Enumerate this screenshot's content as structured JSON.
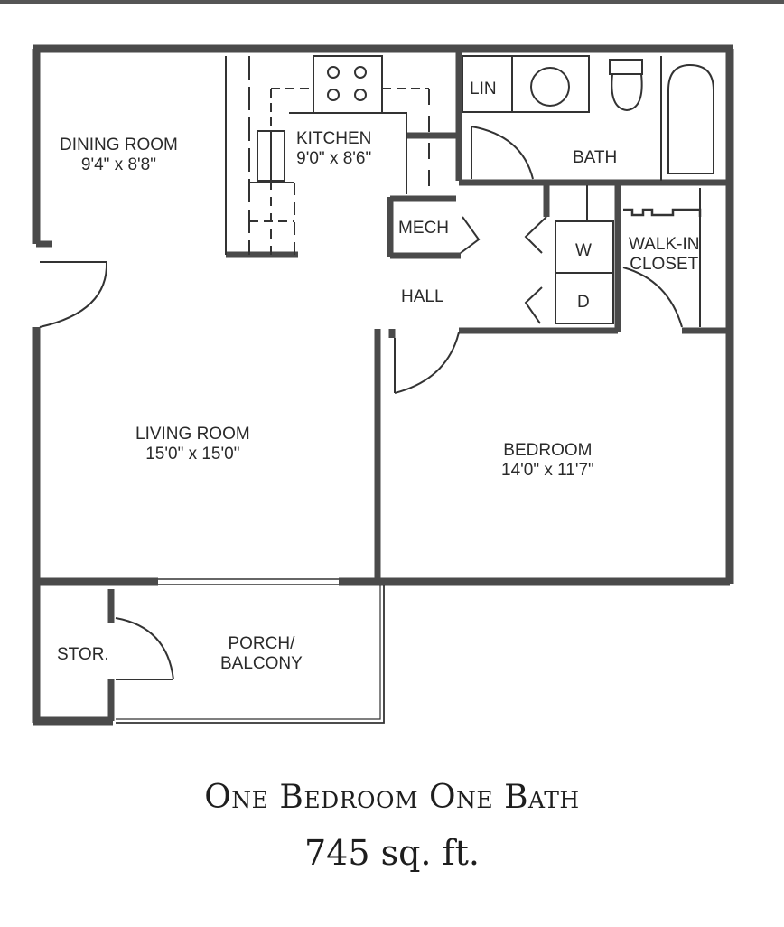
{
  "rooms": {
    "dining": {
      "name": "DINING ROOM",
      "dims": "9'4\" x 8'8\""
    },
    "kitchen": {
      "name": "KITCHEN",
      "dims": "9'0\" x 8'6\""
    },
    "lin": {
      "name": "LIN"
    },
    "bath": {
      "name": "BATH"
    },
    "mech": {
      "name": "MECH"
    },
    "washer": {
      "name": "W"
    },
    "dryer": {
      "name": "D"
    },
    "closet": {
      "name_line1": "WALK-IN",
      "name_line2": "CLOSET"
    },
    "hall": {
      "name": "HALL"
    },
    "living": {
      "name": "LIVING ROOM",
      "dims": "15'0\" x 15'0\""
    },
    "bedroom": {
      "name": "BEDROOM",
      "dims": "14'0\" x 11'7\""
    },
    "storage": {
      "name": "STOR."
    },
    "porch": {
      "name_line1": "PORCH/",
      "name_line2": "BALCONY"
    }
  },
  "caption": {
    "title": "One Bedroom One Bath",
    "area": "745 sq. ft."
  },
  "colors": {
    "wall": "#4a4a4a",
    "line": "#333333",
    "background": "#ffffff"
  }
}
